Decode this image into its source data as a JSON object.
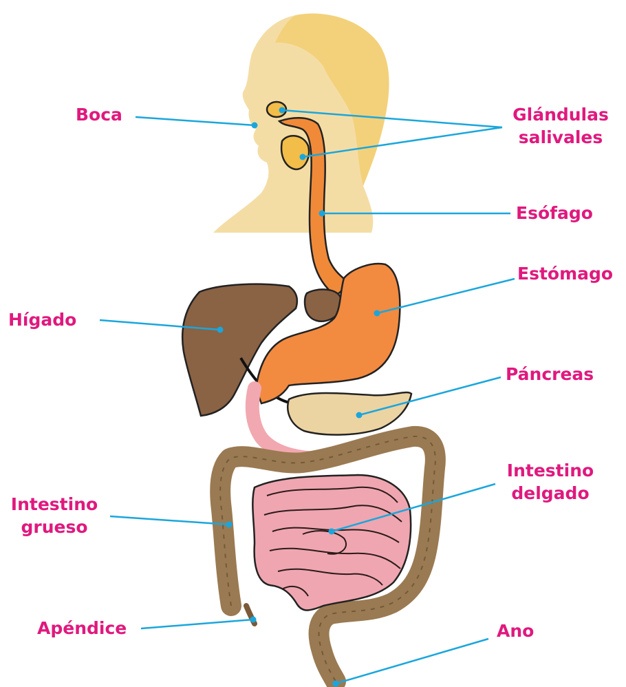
{
  "colors": {
    "label": "#e0197e",
    "leader": "#1aa6dc",
    "skin": "#f3d99a",
    "hair": "#f2cf72",
    "esophagus": "#f08a38",
    "stomach": "#f28a40",
    "liver": "#8a6244",
    "pancreas": "#ecd3a2",
    "large_intestine": "#9a7a52",
    "small_intestine": "#ef9fab"
  },
  "labels": {
    "boca": "Boca",
    "glandulas_1": "Glándulas",
    "glandulas_2": "salivales",
    "esofago": "Esófago",
    "estomago": "Estómago",
    "higado": "Hígado",
    "pancreas": "Páncreas",
    "intestino_delgado_1": "Intestino",
    "intestino_delgado_2": "delgado",
    "intestino_grueso_1": "Intestino",
    "intestino_grueso_2": "grueso",
    "apendice": "Apéndice",
    "ano": "Ano"
  }
}
